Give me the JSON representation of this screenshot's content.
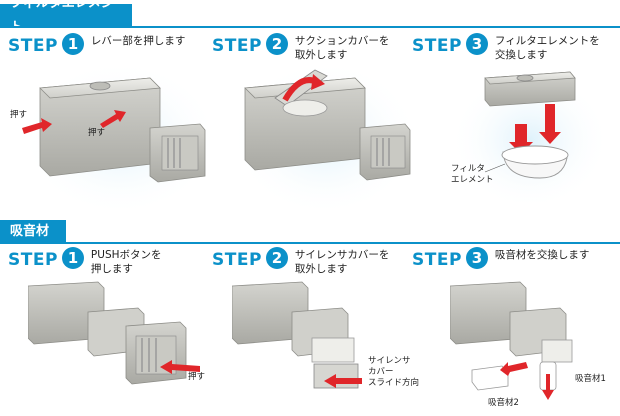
{
  "section1": {
    "title": "フィルタエレメント",
    "steps": [
      {
        "word": "STEP",
        "num": "1",
        "text": "レバー部を押します",
        "labels": {
          "push_left": "押す",
          "push_center": "押す"
        }
      },
      {
        "word": "STEP",
        "num": "2",
        "text": "サクションカバーを\n取外します"
      },
      {
        "word": "STEP",
        "num": "3",
        "text": "フィルタエレメントを\n交換します",
        "labels": {
          "element": "フィルタ\nエレメント"
        }
      }
    ]
  },
  "section2": {
    "title": "吸音材",
    "steps": [
      {
        "word": "STEP",
        "num": "1",
        "text": "PUSHボタンを\n押します",
        "labels": {
          "push": "押す"
        }
      },
      {
        "word": "STEP",
        "num": "2",
        "text": "サイレンサカバーを\n取外します",
        "labels": {
          "slide": "サイレンサ\nカバー\nスライド方向"
        }
      },
      {
        "word": "STEP",
        "num": "3",
        "text": "吸音材を交換します",
        "labels": {
          "absorber1": "吸音材1",
          "absorber2": "吸音材2"
        }
      }
    ]
  },
  "colors": {
    "accent": "#0b91c9",
    "arrow": "#e0262a"
  }
}
